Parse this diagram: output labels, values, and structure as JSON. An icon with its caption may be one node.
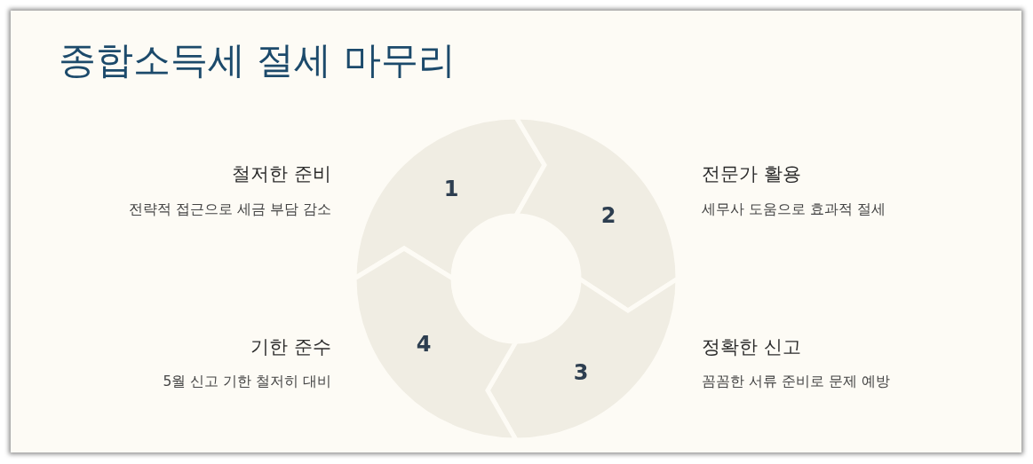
{
  "diagram": {
    "title": "종합소득세 절세 마무리",
    "nodes": [
      {
        "text": [
          "1"
        ],
        "beside": [
          "철저한 준비",
          "전략적 접근으로 세금 부담 감소"
        ]
      },
      {
        "text": [
          "2"
        ],
        "beside": [
          "전문가 활용",
          "세무사 도움으로 효과적 절세"
        ]
      },
      {
        "text": [
          "3"
        ],
        "beside": [
          "정확한 신고",
          "꼼꼼한 서류 준비로 문제 예방"
        ]
      },
      {
        "text": [
          "4"
        ],
        "beside": [
          "기한 준수",
          "5월 신고 기한 철저히 대비"
        ]
      }
    ]
  }
}
